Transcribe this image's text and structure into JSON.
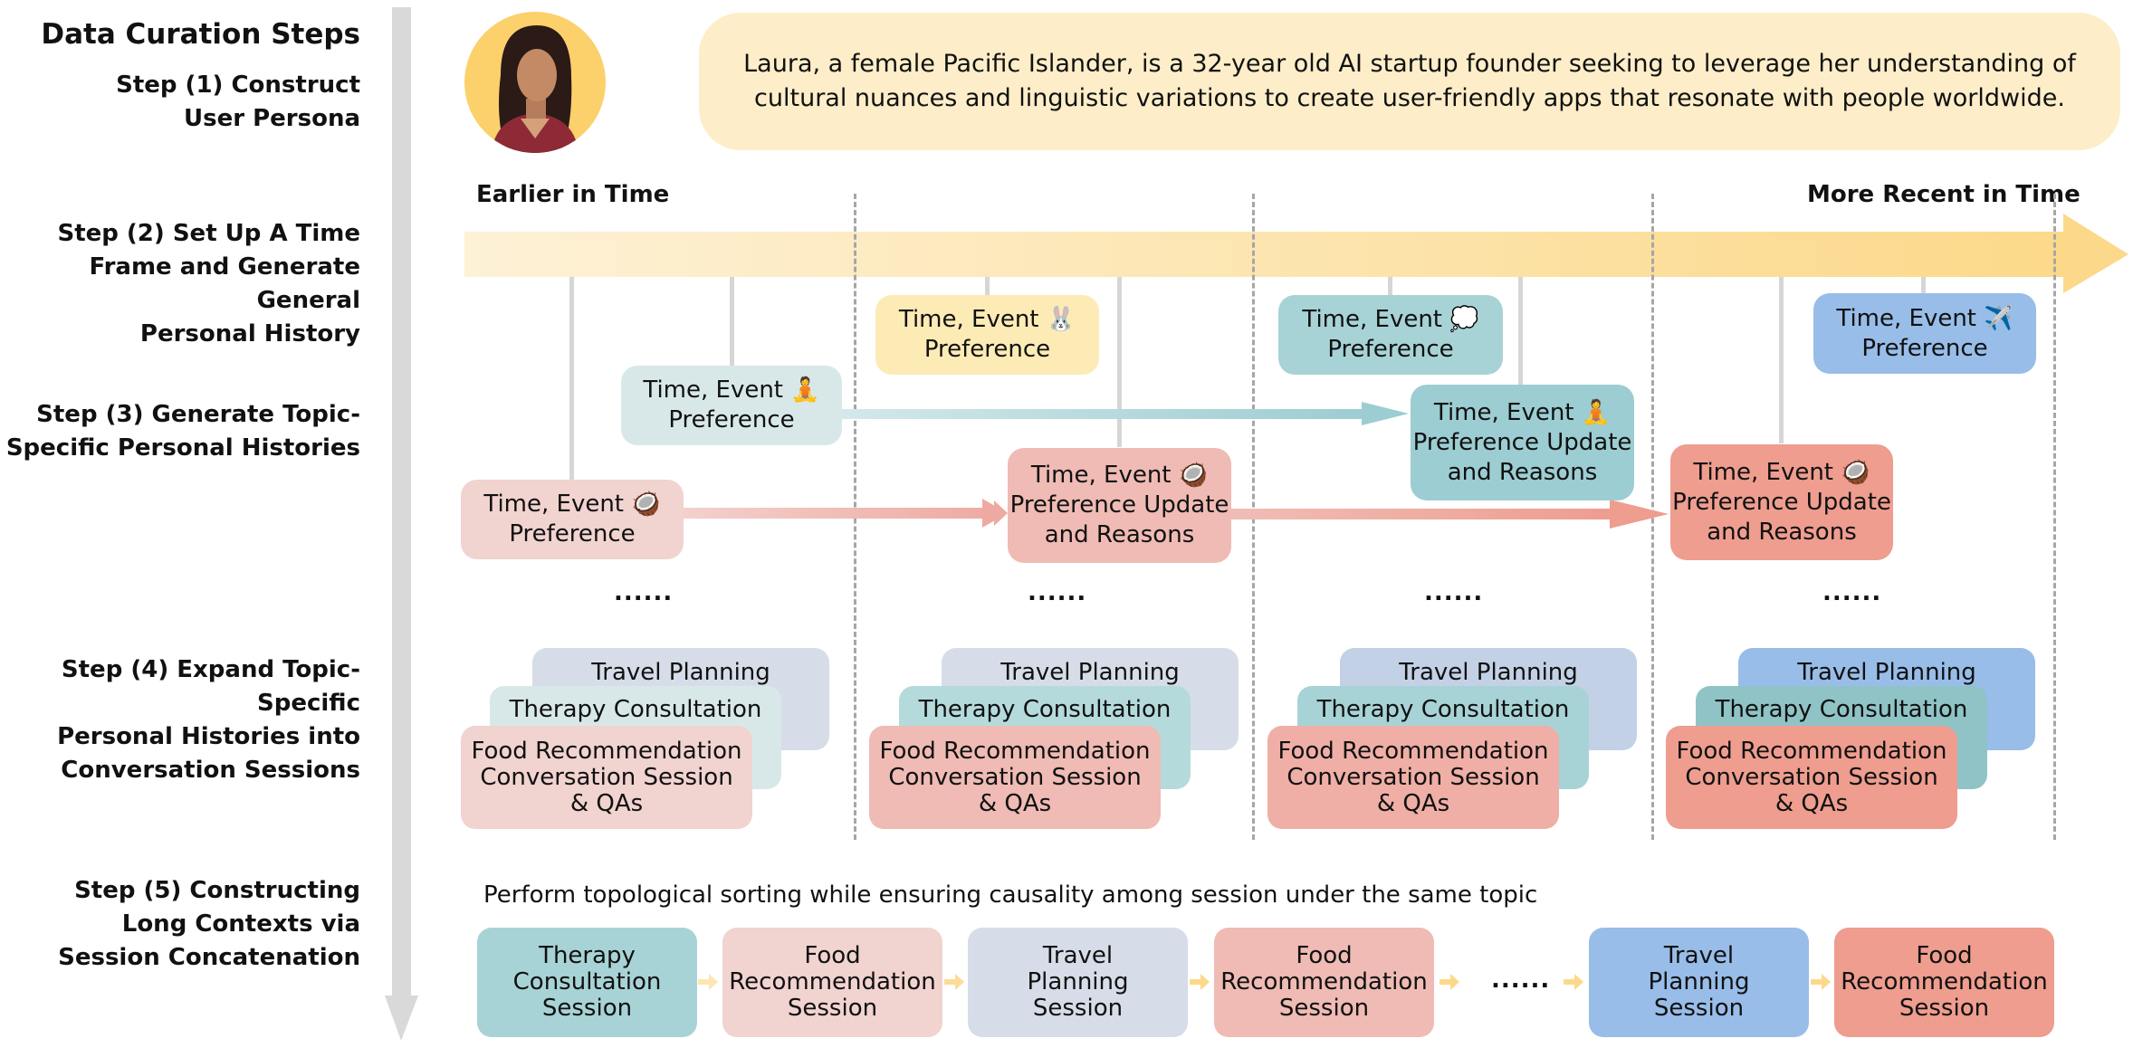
{
  "header": {
    "title": "Data Curation Steps"
  },
  "steps": {
    "s1": [
      "Step (1) Construct",
      "User Persona"
    ],
    "s2": [
      "Step (2) Set Up A Time",
      "Frame and Generate General",
      "Personal History"
    ],
    "s3": [
      "Step (3) Generate Topic-",
      "Specific Personal Histories"
    ],
    "s4": [
      "Step (4) Expand Topic-Specific",
      "Personal Histories into",
      "Conversation Sessions"
    ],
    "s5": [
      "Step (5) Constructing",
      "Long Contexts via",
      "Session Concatenation"
    ]
  },
  "persona": {
    "line1": "Laura, a female Pacific Islander, is a 32-year old AI startup founder seeking to leverage her understanding of",
    "line2": "cultural nuances and linguistic variations to create user-friendly apps that resonate with people worldwide."
  },
  "timeline": {
    "left_label": "Earlier in Time",
    "right_label": "More Recent in Time"
  },
  "events": {
    "e1": [
      "Time, Event 🥥",
      "Preference"
    ],
    "e2": [
      "Time, Event 🧘",
      "Preference"
    ],
    "e3": [
      "Time, Event 🐰",
      "Preference"
    ],
    "e4": [
      "Time, Event 🥥",
      "Preference Update",
      "and Reasons"
    ],
    "e5": [
      "Time, Event 💭",
      "Preference"
    ],
    "e6": [
      "Time, Event 🧘",
      "Preference Update",
      "and Reasons"
    ],
    "e7": [
      "Time, Event 🥥",
      "Preference Update",
      "and Reasons"
    ],
    "e8": [
      "Time, Event ✈️",
      "Preference"
    ]
  },
  "ellipsis": "......",
  "sessions": {
    "travel": "Travel Planning",
    "therapy": "Therapy Consultation",
    "food": [
      "Food Recommendation",
      "Conversation Session",
      "& QAs"
    ]
  },
  "step5_caption": "Perform topological sorting while ensuring causality among session under the same topic",
  "sequence": [
    [
      "Therapy",
      "Consultation",
      "Session"
    ],
    [
      "Food",
      "Recommendation",
      "Session"
    ],
    [
      "Travel",
      "Planning",
      "Session"
    ],
    [
      "Food",
      "Recommendation",
      "Session"
    ],
    [
      "Travel",
      "Planning",
      "Session"
    ],
    [
      "Food",
      "Recommendation",
      "Session"
    ]
  ],
  "colors": {
    "persona_bg": "#fdeec9",
    "timeline_light": "#fdf1d6",
    "timeline_dark": "#fcdb8a",
    "food_light": "#f1d3d0",
    "food_mid": "#efbbb4",
    "food_strong": "#ee9d8f",
    "therapy_light": "#d8e8e9",
    "therapy_mid": "#a8d3d6",
    "therapy_strong": "#8fc3c6",
    "travel_light": "#d6dde8",
    "travel_mid": "#c3d1e6",
    "travel_strong": "#98bde8",
    "event_yellow": "#fdebb6",
    "arrow_gray": "#d9d9d9"
  }
}
